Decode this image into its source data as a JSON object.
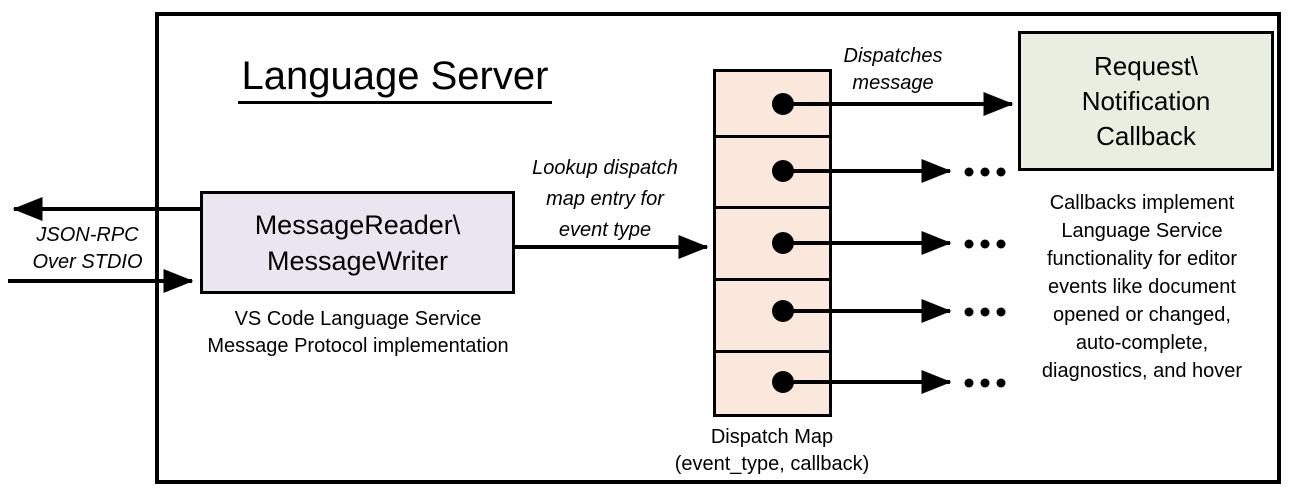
{
  "diagram": {
    "title": "Language Server",
    "nodes": {
      "reader": {
        "label": "MessageReader\\\nMessageWriter",
        "caption": "VS Code Language Service\nMessage Protocol implementation"
      },
      "dispatch_map": {
        "label": "Dispatch Map\n(event_type, callback)",
        "rows": 5
      },
      "callback": {
        "label": "Request\\\nNotification\nCallback",
        "note": "Callbacks implement\nLanguage Service\nfunctionality for editor\nevents like document\nopened or changed,\nauto-complete,\ndiagnostics, and hover"
      }
    },
    "edge_labels": {
      "stdio": "JSON-RPC\nOver STDIO",
      "lookup": "Lookup dispatch\nmap entry for\nevent type",
      "dispatch": "Dispatches\nmessage"
    }
  },
  "colors": {
    "line": "#000000",
    "reader-fill": "#E9E6F0",
    "map-fill": "#FBE8DC",
    "callback-fill": "#E9EFE0"
  }
}
